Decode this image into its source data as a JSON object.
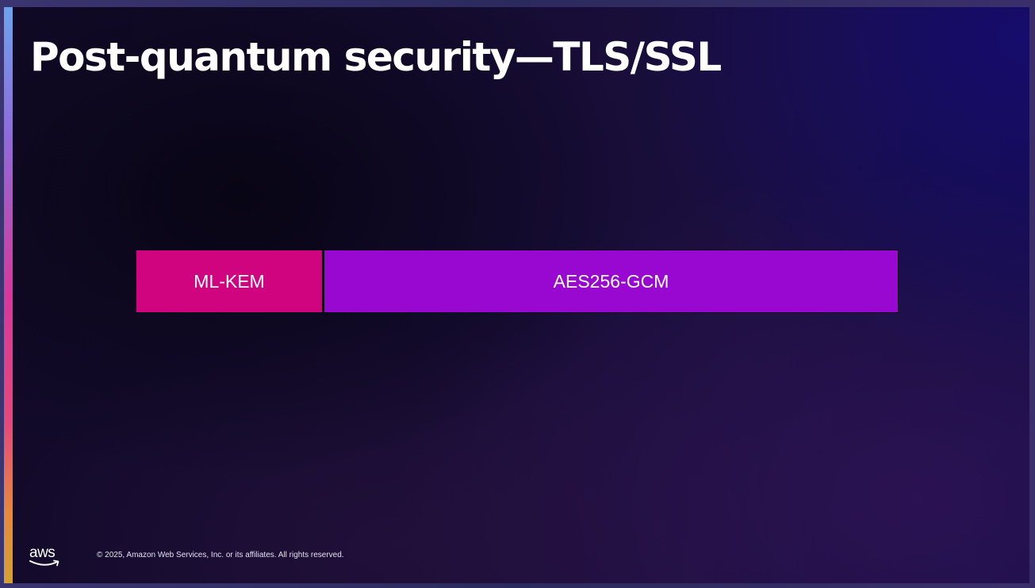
{
  "slide": {
    "title": "Post-quantum security—TLS/SSL",
    "blocks": [
      {
        "label": "ML-KEM",
        "color": "#d0047e"
      },
      {
        "label": "AES256-GCM",
        "color": "#9808d0"
      }
    ]
  },
  "footer": {
    "logo_text": "aws",
    "copyright": "© 2025, Amazon Web Services, Inc. or its affiliates. All rights reserved."
  }
}
